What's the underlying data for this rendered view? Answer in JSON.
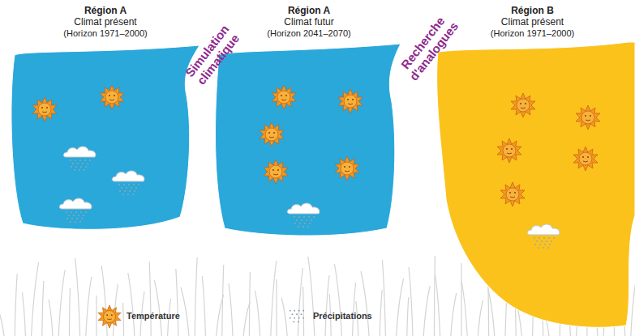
{
  "diagram": {
    "nodes": [
      {
        "text": [
          "Région A",
          "Climat présent",
          "(Horizon 1971–2000)"
        ]
      },
      {
        "text": [
          "Région A",
          "Climat futur",
          "(Horizon 2041–2070)"
        ]
      },
      {
        "text": [
          "Région B",
          "Climat présent",
          "(Horizon 1971–2000)"
        ]
      }
    ],
    "labels": [
      "Simulation climatique",
      "Recherche d'analogues"
    ],
    "legend": [
      {
        "text": "Température"
      },
      {
        "text": "Précipitations"
      }
    ]
  }
}
